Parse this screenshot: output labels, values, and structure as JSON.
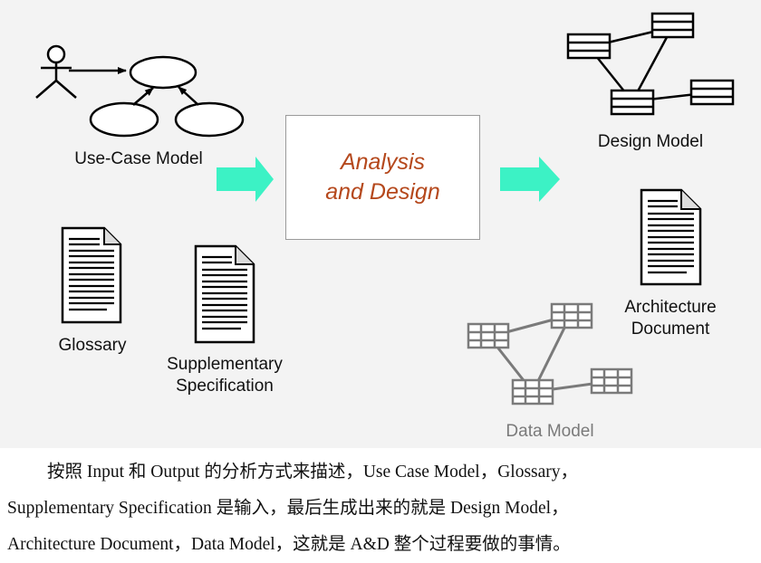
{
  "diagram": {
    "use_case_label": "Use-Case Model",
    "glossary_label": "Glossary",
    "supplementary_label_line1": "Supplementary",
    "supplementary_label_line2": "Specification",
    "center_line1": "Analysis",
    "center_line2": "and Design",
    "design_model_label": "Design Model",
    "architecture_label_line1": "Architecture",
    "architecture_label_line2": "Document",
    "data_model_label": "Data Model",
    "colors": {
      "arrow": "#3cf2c5",
      "center_text": "#b5481c",
      "data_model": "#7a7a7a",
      "background": "#f3f3f3"
    }
  },
  "caption": {
    "line1": "按照 Input 和 Output 的分析方式来描述，Use Case Model，Glossary，",
    "line2": "Supplementary Specification 是输入，最后生成出来的就是 Design Model，",
    "line3": "Architecture Document，Data Model，这就是 A&D 整个过程要做的事情。"
  }
}
